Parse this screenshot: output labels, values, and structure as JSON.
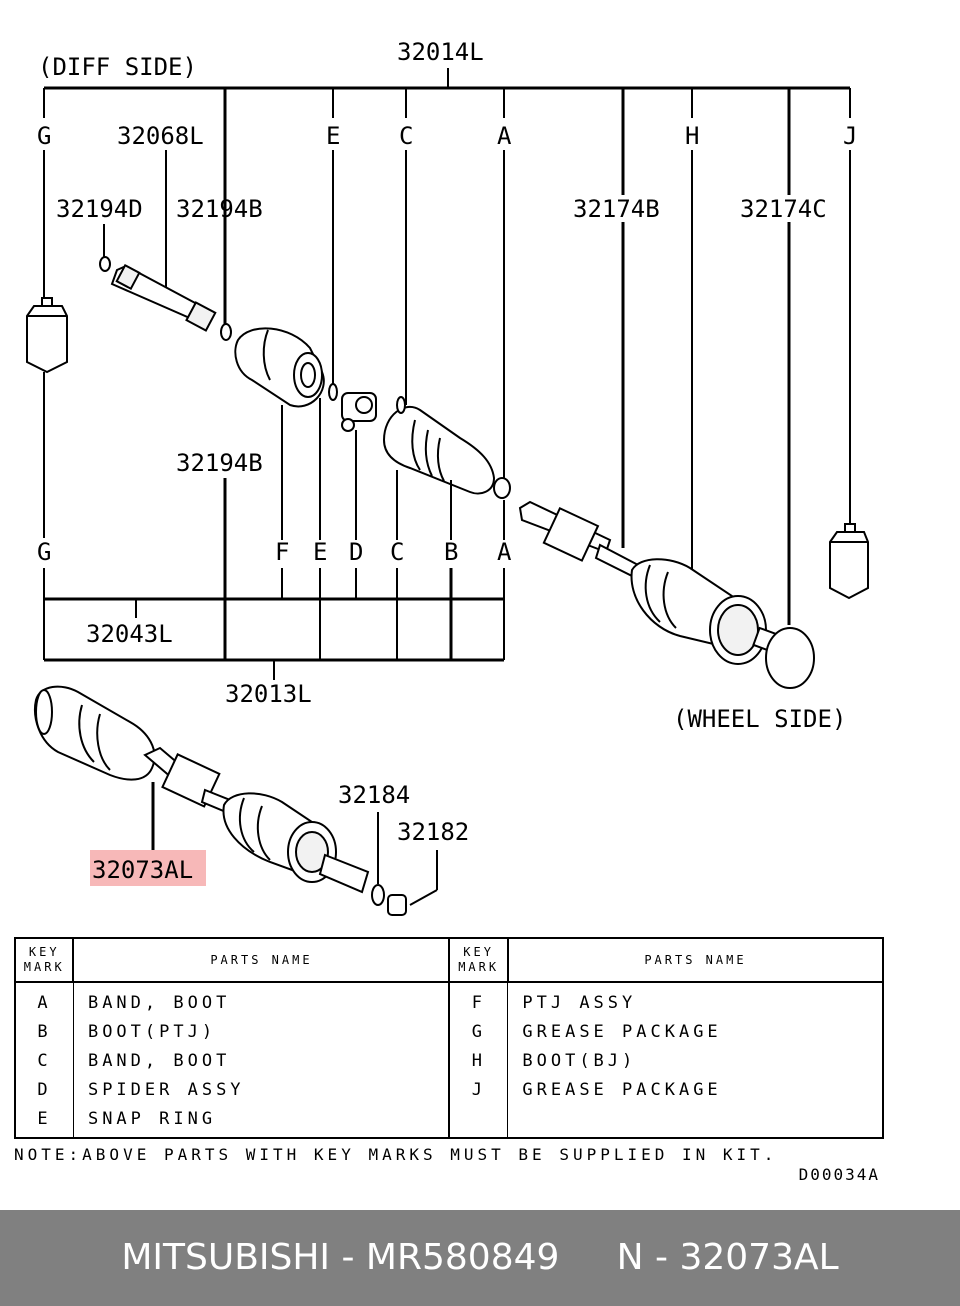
{
  "diagram": {
    "diff_side": "(DIFF SIDE)",
    "wheel_side": "(WHEEL SIDE)",
    "drawing_code": "D00034A",
    "highlight_color": "#f4a0a0",
    "callouts": {
      "p32014L": "32014L",
      "p32068L": "32068L",
      "p32194D": "32194D",
      "p32194B_top": "32194B",
      "p32194B_mid": "32194B",
      "p32174B": "32174B",
      "p32174C": "32174C",
      "p32043L": "32043L",
      "p32013L": "32013L",
      "p32184": "32184",
      "p32182": "32182",
      "p32073AL": "32073AL"
    },
    "key_letters_top": [
      "G",
      "E",
      "C",
      "A",
      "H",
      "J"
    ],
    "key_letters_bottom": [
      "G",
      "F",
      "E",
      "D",
      "C",
      "B",
      "A"
    ]
  },
  "key_table": {
    "header_key_mark": [
      "KEY",
      "MARK"
    ],
    "header_parts_name": "PARTS NAME",
    "rows": [
      {
        "left_mark": "A",
        "left_name": "BAND, BOOT",
        "right_mark": "F",
        "right_name": "PTJ ASSY"
      },
      {
        "left_mark": "B",
        "left_name": "BOOT(PTJ)",
        "right_mark": "G",
        "right_name": "GREASE PACKAGE"
      },
      {
        "left_mark": "C",
        "left_name": "BAND, BOOT",
        "right_mark": "H",
        "right_name": "BOOT(BJ)"
      },
      {
        "left_mark": "D",
        "left_name": "SPIDER ASSY",
        "right_mark": "J",
        "right_name": "GREASE PACKAGE"
      },
      {
        "left_mark": "E",
        "left_name": "SNAP RING",
        "right_mark": "",
        "right_name": ""
      }
    ]
  },
  "note": "NOTE:ABOVE PARTS WITH KEY MARKS MUST BE SUPPLIED IN KIT.",
  "footer": {
    "text": "MITSUBISHI - MR580849     N - 32073AL",
    "background": "#808080"
  }
}
